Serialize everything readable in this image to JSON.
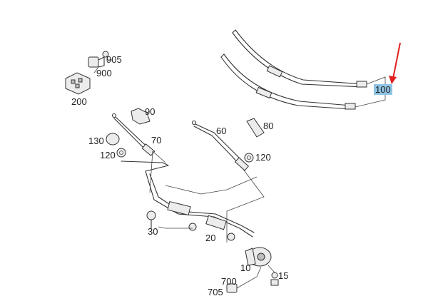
{
  "colors": {
    "highlight_bg": "#8fc3e3",
    "arrow": "#e02020",
    "line": "#333333"
  },
  "labels": [
    {
      "id": "905",
      "text": "905"
    },
    {
      "id": "900",
      "text": "900"
    },
    {
      "id": "200",
      "text": "200"
    },
    {
      "id": "100",
      "text": "100",
      "highlighted": true
    },
    {
      "id": "90",
      "text": "90"
    },
    {
      "id": "60",
      "text": "60"
    },
    {
      "id": "80",
      "text": "80"
    },
    {
      "id": "130",
      "text": "130"
    },
    {
      "id": "70",
      "text": "70"
    },
    {
      "id": "120a",
      "text": "120"
    },
    {
      "id": "120b",
      "text": "120"
    },
    {
      "id": "30",
      "text": "30"
    },
    {
      "id": "20",
      "text": "20"
    },
    {
      "id": "10",
      "text": "10"
    },
    {
      "id": "15",
      "text": "15"
    },
    {
      "id": "700",
      "text": "700"
    },
    {
      "id": "705",
      "text": "705"
    }
  ]
}
